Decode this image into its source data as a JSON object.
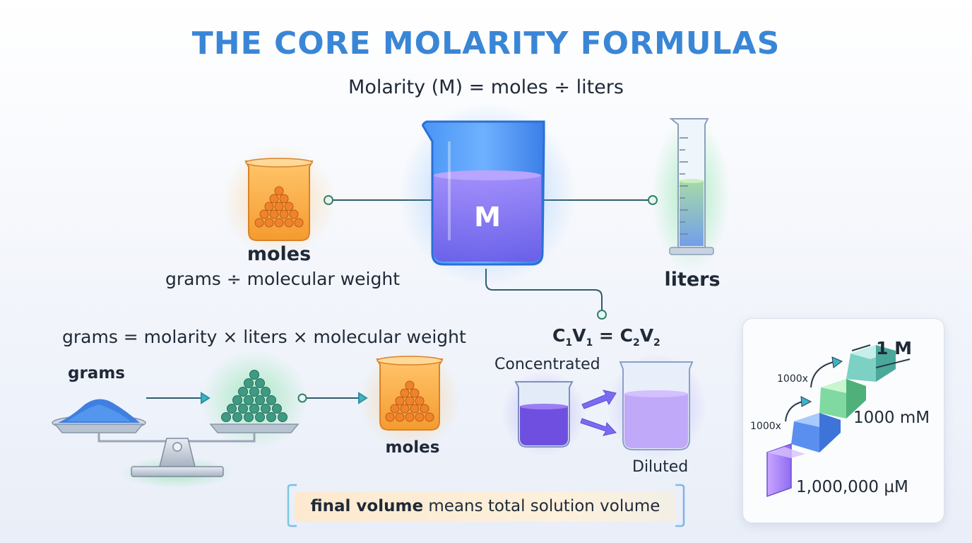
{
  "title": "THE CORE MOLARITY FORMULAS",
  "formula_main": "Molarity (M) = moles ÷ liters",
  "center_beaker": {
    "symbol": "M"
  },
  "moles_node": {
    "label": "moles",
    "sub": "grams ÷ molecular weight"
  },
  "liters_node": {
    "label": "liters"
  },
  "grams_formula": "grams = molarity × liters × molecular weight",
  "conversion": {
    "grams_label": "grams",
    "moles_label": "moles"
  },
  "dilution": {
    "c1": "C",
    "s1": "1",
    "v1": "V",
    "s2": "1",
    "eq": " = ",
    "c2": "C",
    "s3": "2",
    "v2": "V",
    "s4": "2",
    "concentrated": "Concentrated",
    "diluted": "Diluted"
  },
  "units_card": {
    "top": "1 M",
    "middle": "1000 mM",
    "bottom": "1,000,000 µM",
    "step_upper": "1000x",
    "step_lower": "1000x"
  },
  "note": {
    "bold": "final volume",
    "rest": " means total solution volume"
  },
  "colors": {
    "title_blue": "#3a86d6",
    "orange": "#f6a03a",
    "blue_beaker": "#3b8cf0",
    "purple_liquid": "#8b63e8",
    "green_glow": "#63d98a"
  }
}
